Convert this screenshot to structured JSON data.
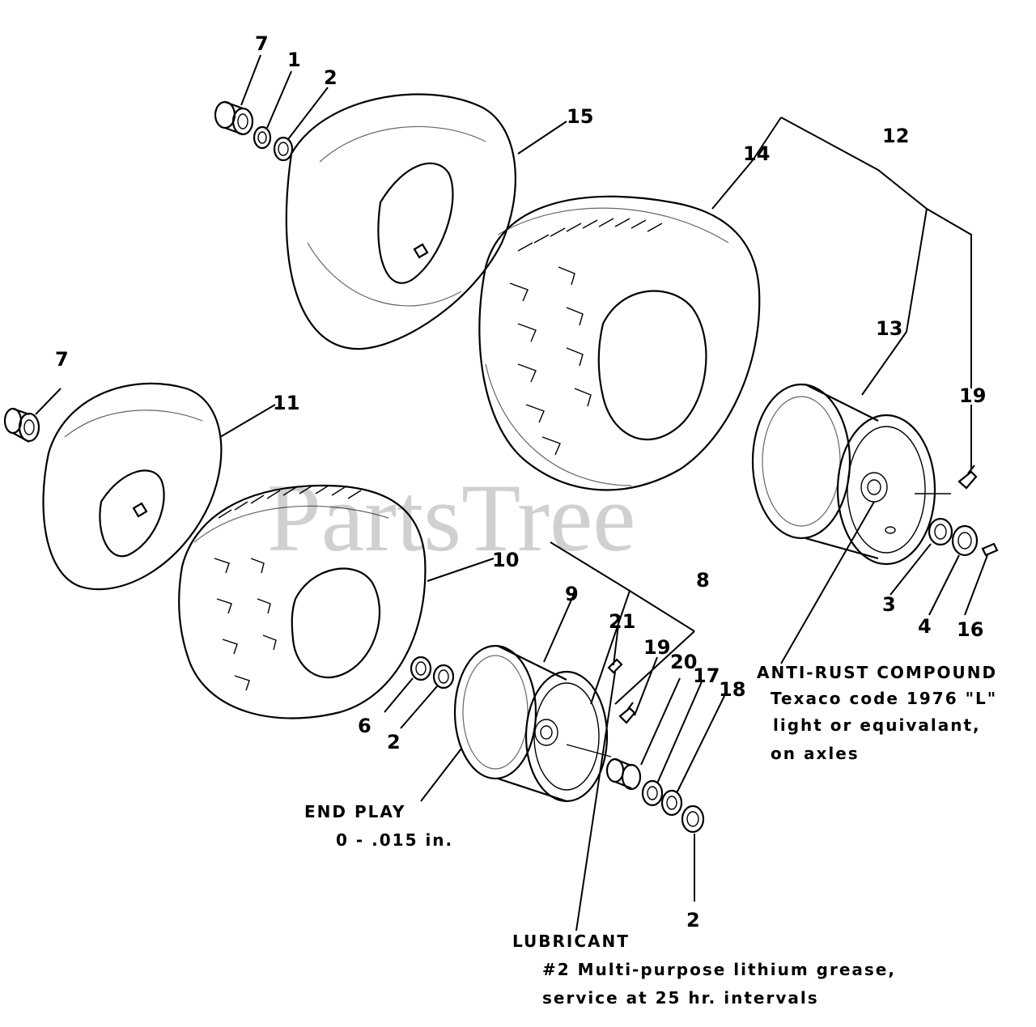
{
  "watermark": "PartsTree",
  "callouts": {
    "c7a": "7",
    "c1": "1",
    "c2a": "2",
    "c15": "15",
    "c14": "14",
    "c12": "12",
    "c13": "13",
    "c19a": "19",
    "c7b": "7",
    "c11": "11",
    "c10": "10",
    "c9": "9",
    "c8": "8",
    "c21": "21",
    "c19b": "19",
    "c20": "20",
    "c17": "17",
    "c18": "18",
    "c6": "6",
    "c2b": "2",
    "c2c": "2",
    "c3": "3",
    "c4": "4",
    "c16": "16"
  },
  "notes": {
    "antirust_title": "ANTI-RUST COMPOUND",
    "antirust_line1": "Texaco code 1976 \"L\"",
    "antirust_line2": "light or equivalant,",
    "antirust_line3": "on axles",
    "endplay_title": "END PLAY",
    "endplay_value": "0 - .015 in.",
    "lube_title": "LUBRICANT",
    "lube_line1": "#2 Multi-purpose lithium grease,",
    "lube_line2": "service at 25 hr. intervals"
  }
}
